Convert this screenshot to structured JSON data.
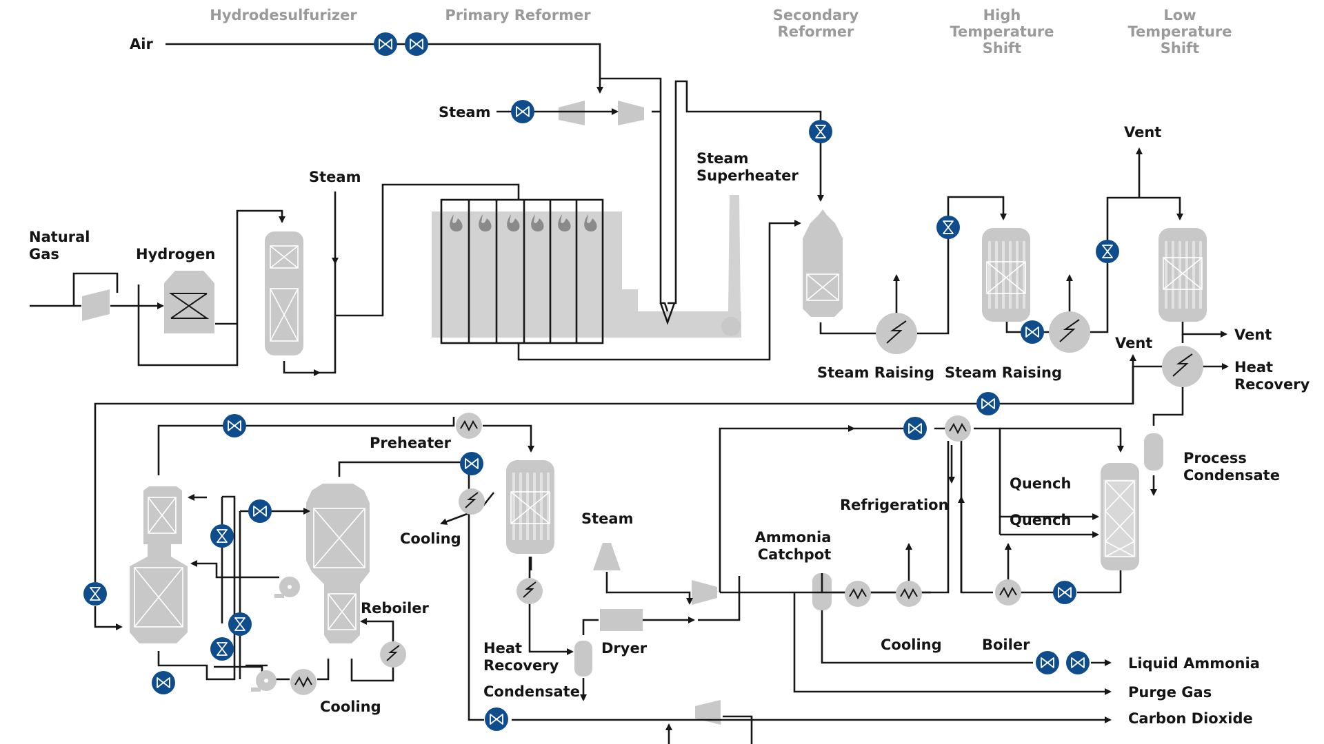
{
  "headers": {
    "hydrodesulfurizer": "Hydrodesulfurizer",
    "primary_reformer": "Primary Reformer",
    "secondary_reformer": [
      "Secondary",
      "Reformer"
    ],
    "hts": [
      "High",
      "Temperature",
      "Shift"
    ],
    "lts": [
      "Low",
      "Temperature",
      "Shift"
    ]
  },
  "labels": {
    "air": "Air",
    "steam_top": "Steam",
    "steam_mid": "Steam",
    "steam_lower": "Steam",
    "natural_gas": [
      "Natural",
      "Gas"
    ],
    "hydrogen": "Hydrogen",
    "steam_superheater": [
      "Steam",
      "Superheater"
    ],
    "vent_top": "Vent",
    "vent_right": "Vent",
    "vent_mid": "Vent",
    "steam_raising_1": "Steam Raising",
    "steam_raising_2": "Steam Raising",
    "heat_recovery_right": [
      "Heat",
      "Recovery"
    ],
    "process_condensate": [
      "Process",
      "Condensate"
    ],
    "preheater": "Preheater",
    "cooling_mid": "Cooling",
    "reboiler": "Reboiler",
    "cooling_bottom": "Cooling",
    "refrigeration": "Refrigeration",
    "quench_1": "Quench",
    "quench_2": "Quench",
    "ammonia_catchpot": [
      "Ammonia",
      "Catchpot"
    ],
    "heat_recovery_lower": [
      "Heat",
      "Recovery"
    ],
    "dryer": "Dryer",
    "condensate": "Condensate",
    "cooling_right": "Cooling",
    "boiler": "Boiler"
  },
  "outputs": {
    "liquid_ammonia": "Liquid Ammonia",
    "purge_gas": "Purge Gas",
    "carbon_dioxide": "Carbon Dioxide"
  },
  "colors": {
    "valve": "#0f4c8c",
    "equipment": "#c8c8c8",
    "pipe": "#161616",
    "section_header": "#9a9a9a"
  }
}
